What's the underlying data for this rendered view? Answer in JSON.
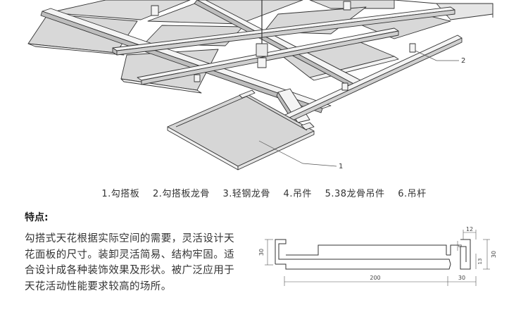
{
  "callouts": {
    "one": "1",
    "two": "2"
  },
  "legend": {
    "items": [
      "1.勾搭板",
      "2.勾搭板龙骨",
      "3.轻钢龙骨",
      "4.吊件",
      "5.38龙骨吊件",
      "6.吊杆"
    ]
  },
  "features": {
    "title": "特点:",
    "lines": [
      "勾搭式天花根据实际空间的需要，灵活设计天",
      "花面板的尺寸。装卸灵活简易、结构牢固。适",
      "合设计成各种装饰效果及形状。被广泛应用于",
      "天花活动性能要求较高的场所。"
    ]
  },
  "profile": {
    "dim_total_width": "200",
    "dim_bottom_right": "30",
    "dim_top_right": "12",
    "dim_left_height": "30",
    "dim_right_height": "30",
    "dim_inner_small": "8",
    "dim_inner_right": "13"
  },
  "colors": {
    "line": "#333333",
    "panel_fill": "#dcdcdc",
    "panel_edge": "#f2f2f2",
    "dimension": "#555555"
  }
}
